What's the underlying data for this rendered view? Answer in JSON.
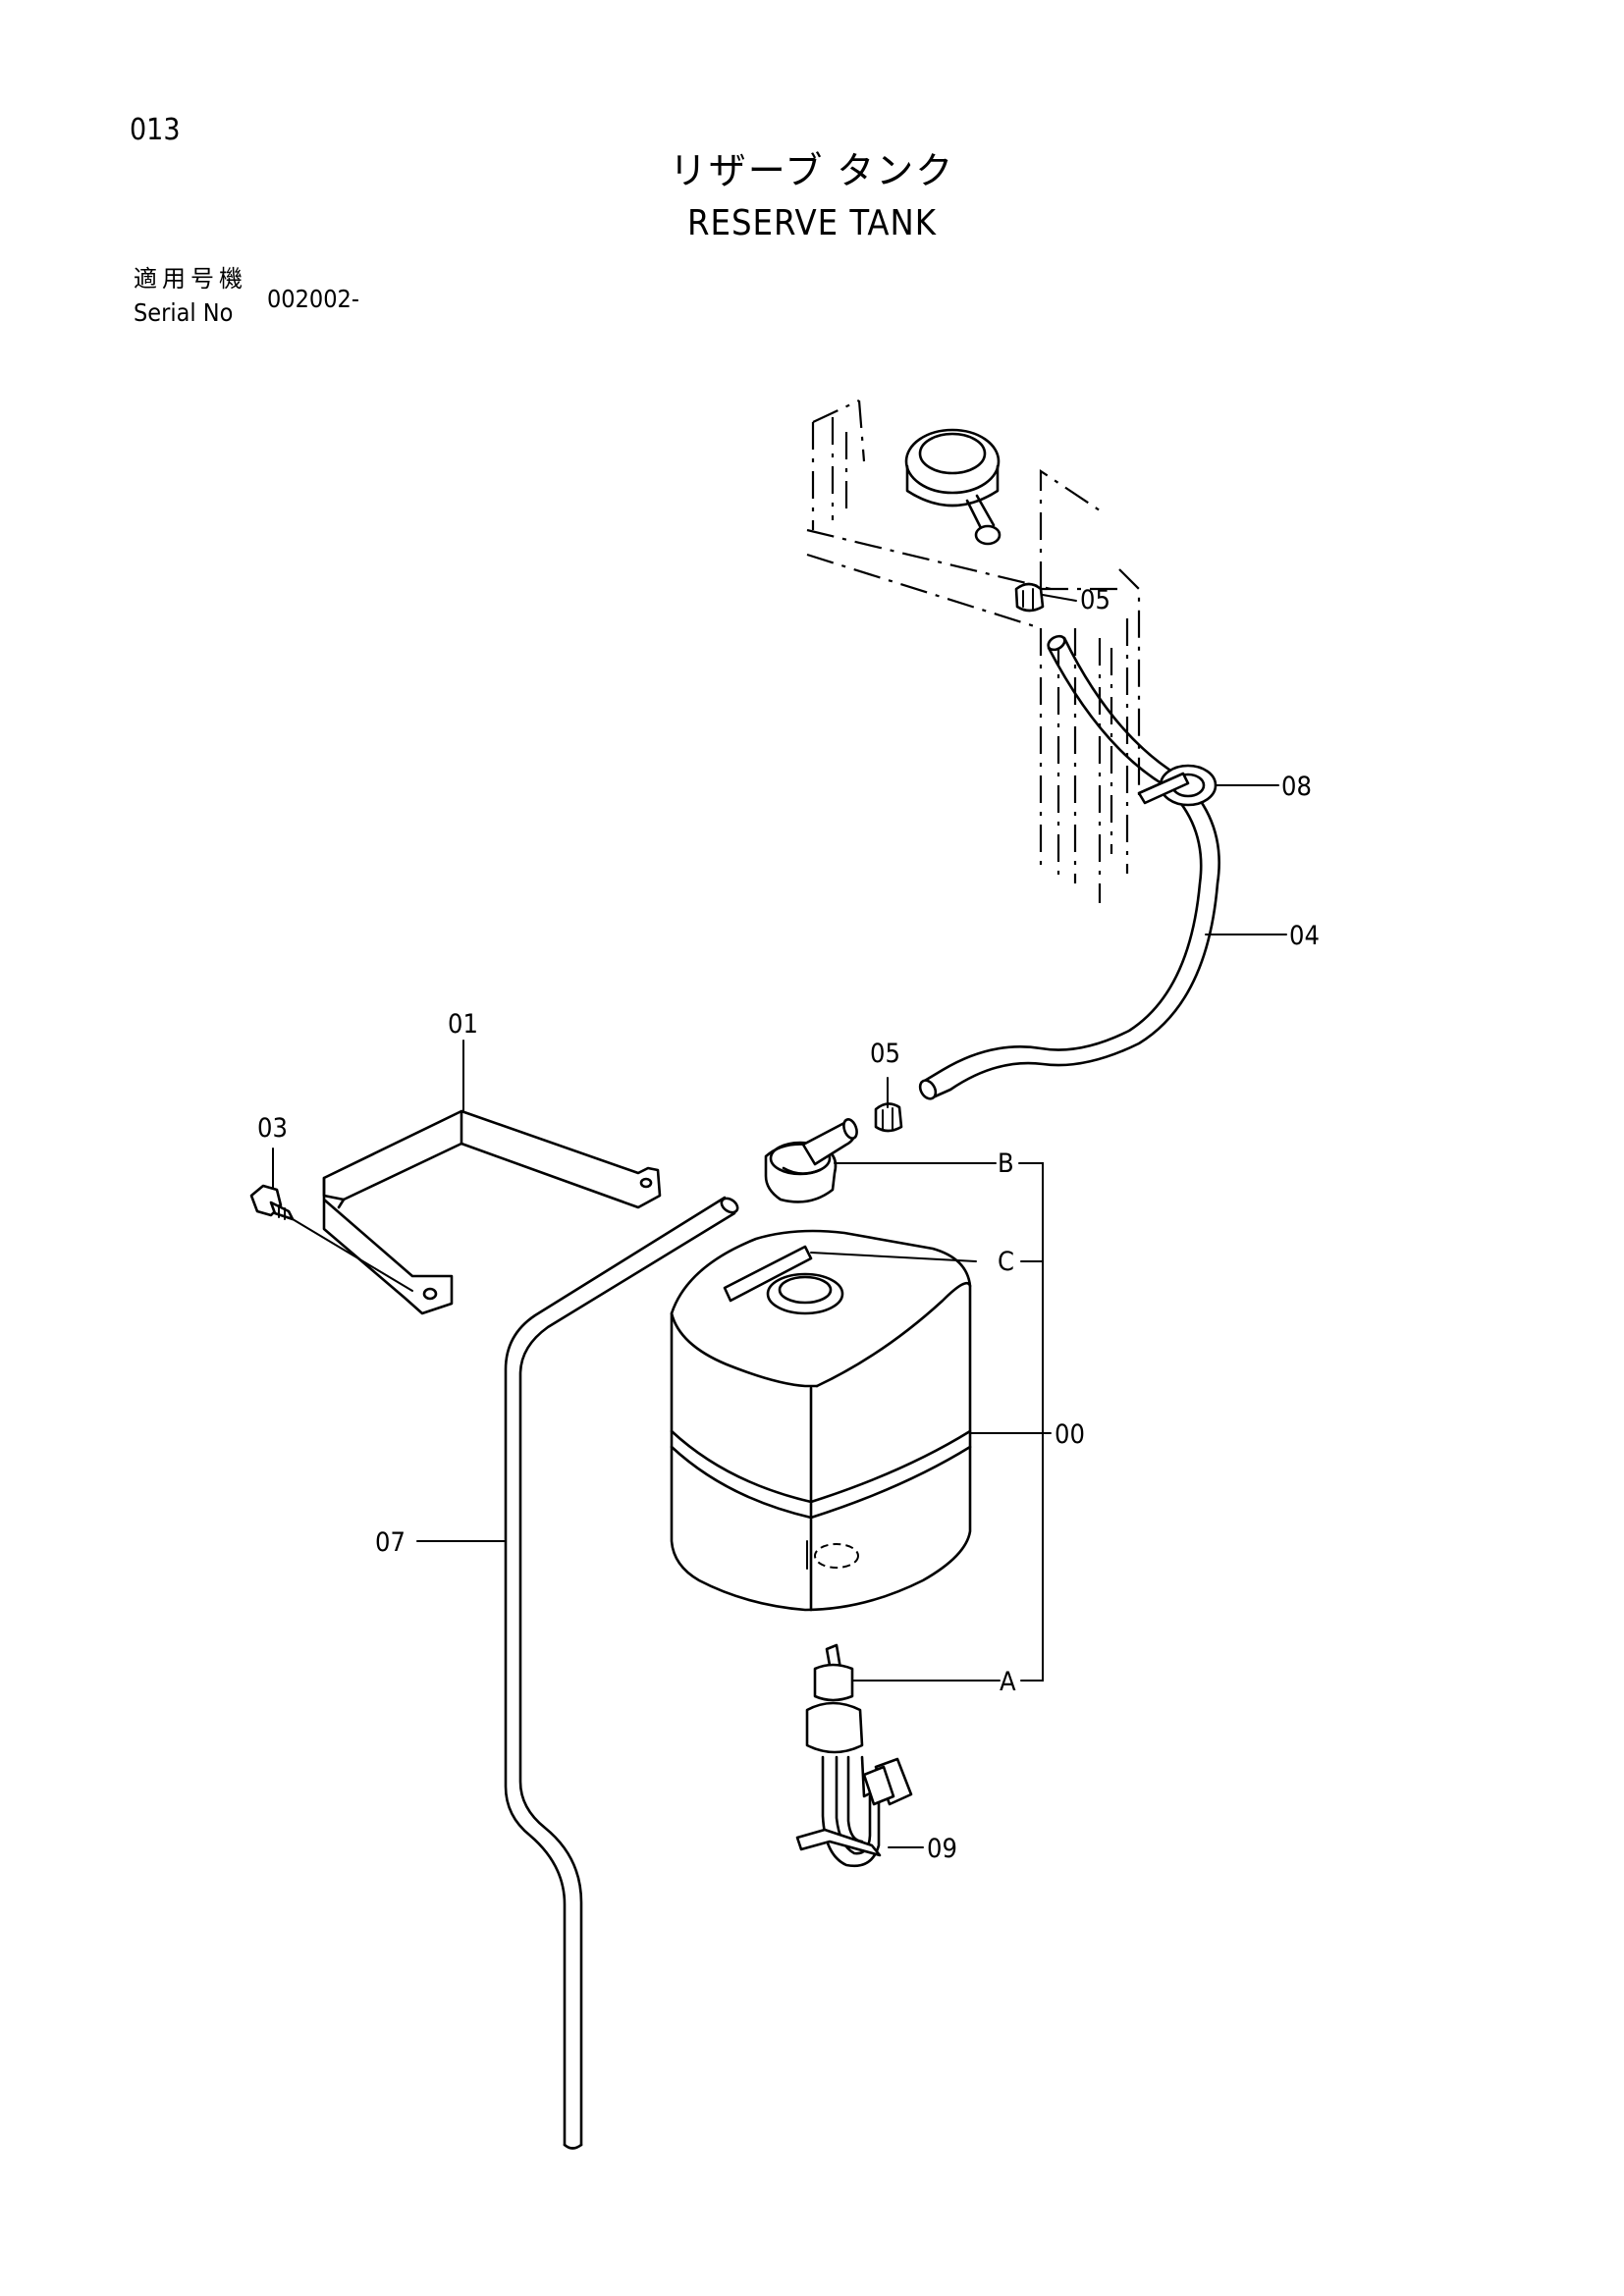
{
  "page": {
    "number": "013",
    "title_jp": "リザーブ タンク",
    "title_en": "RESERVE TANK",
    "serial": {
      "label_jp": "適用号機",
      "label_en": "Serial No",
      "value": "002002-"
    }
  },
  "callouts": {
    "c00": "00",
    "c01": "01",
    "c03": "03",
    "c04": "04",
    "c05_top": "05",
    "c05_mid": "05",
    "c07": "07",
    "c08": "08",
    "c09": "09",
    "refA": "A",
    "refB": "B",
    "refC": "C"
  }
}
